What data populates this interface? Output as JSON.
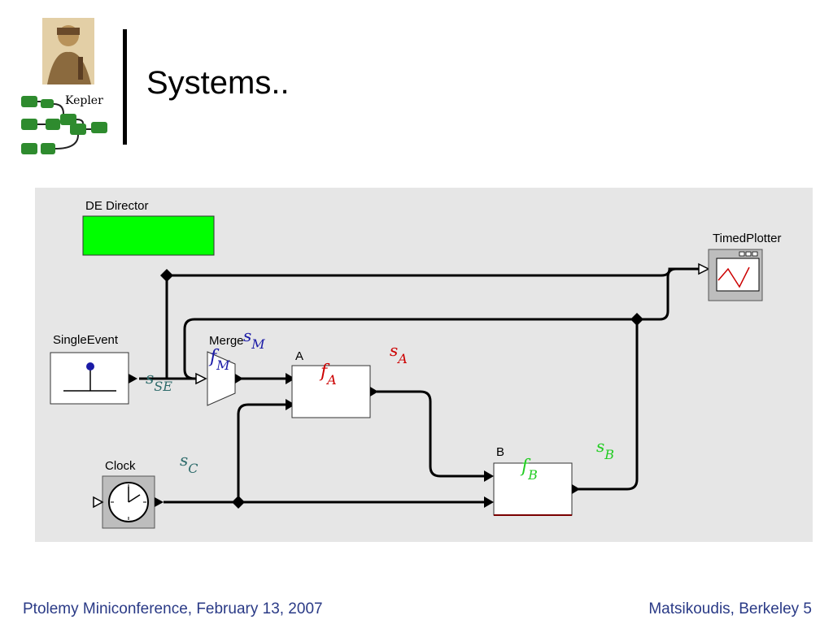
{
  "slide": {
    "title": "Systems..",
    "footer_left": "Ptolemy Miniconference, February 13, 2007",
    "footer_right": "Matsikoudis, Berkeley 5"
  },
  "logo": {
    "text": "Kepler"
  },
  "diagram": {
    "director_label": "DE Director",
    "single_event_label": "SingleEvent",
    "merge_label": "Merge",
    "actor_a_label": "A",
    "actor_b_label": "B",
    "clock_label": "Clock",
    "plotter_label": "TimedPlotter"
  },
  "annotations": {
    "s_se": {
      "base": "s",
      "sub": "SE"
    },
    "s_m": {
      "base": "s",
      "sub": "M"
    },
    "f_m": {
      "base": "f",
      "sub": "M"
    },
    "f_a": {
      "base": "f",
      "sub": "A"
    },
    "s_a": {
      "base": "s",
      "sub": "A"
    },
    "f_b": {
      "base": "f",
      "sub": "B"
    },
    "s_b": {
      "base": "s",
      "sub": "B"
    },
    "s_c": {
      "base": "s",
      "sub": "C"
    }
  },
  "colors": {
    "canvas_bg": "#e6e6e6",
    "director_fill": "#00ff00",
    "merge_annotation": "#1a1aa6",
    "a_annotation": "#cc0000",
    "b_annotation": "#22cc22",
    "teal_annotation": "#2e6b6b",
    "footer_text": "#2a3a86"
  }
}
